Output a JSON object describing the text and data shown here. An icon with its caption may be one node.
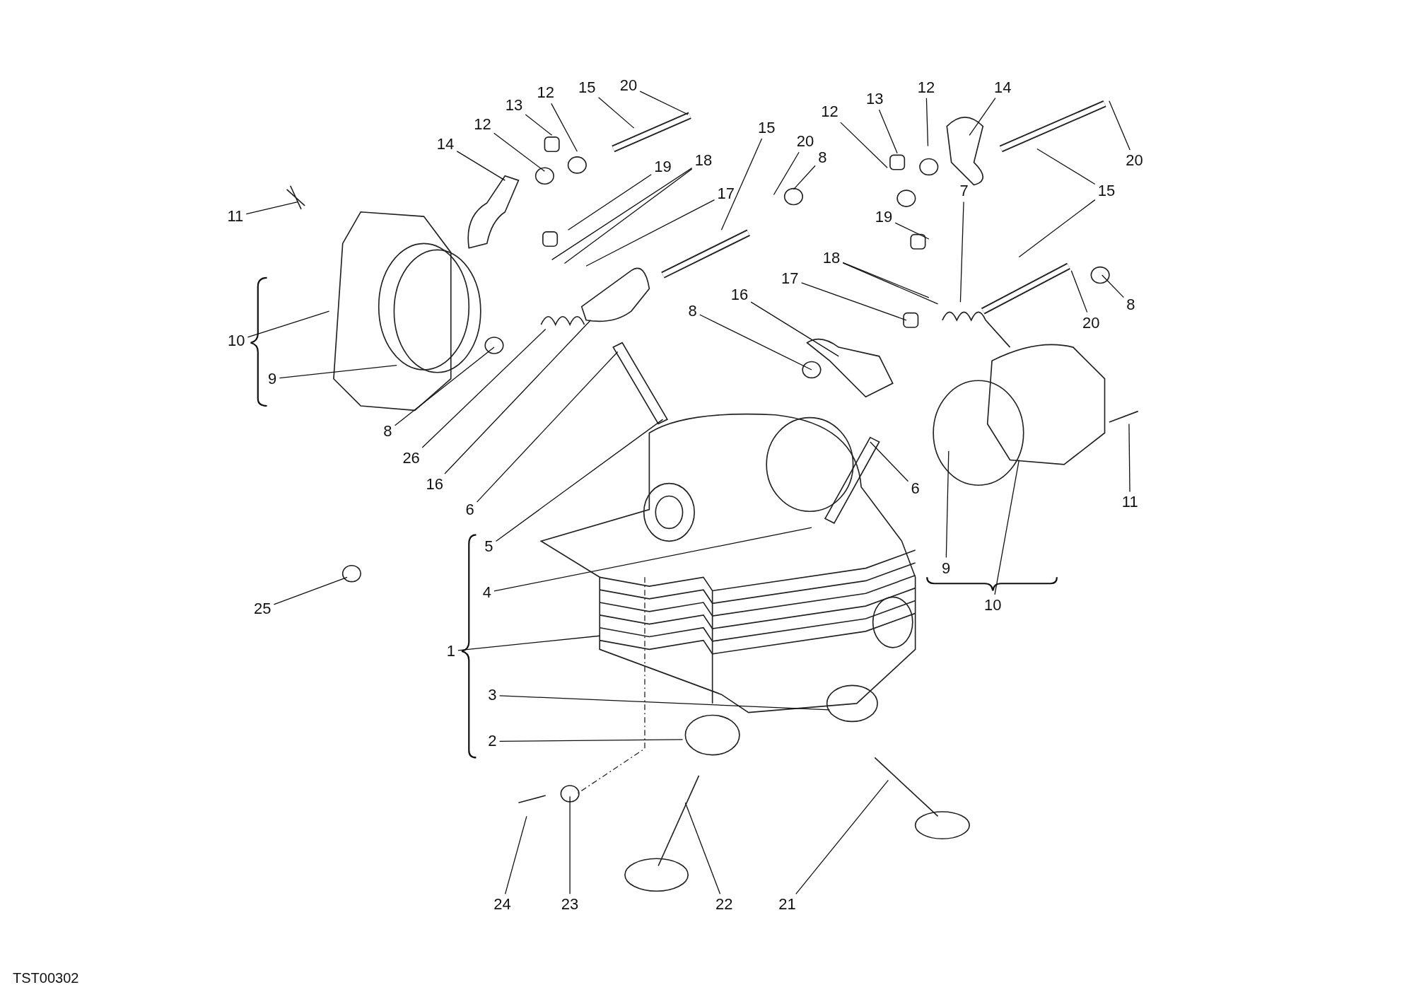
{
  "diagram": {
    "nodes": [
      {
        "text": [
          "20"
        ]
      },
      {
        "text": [
          "15"
        ]
      },
      {
        "text": [
          "12"
        ]
      },
      {
        "text": [
          "13"
        ]
      },
      {
        "text": [
          "12"
        ]
      },
      {
        "text": [
          "14"
        ]
      },
      {
        "text": [
          "11"
        ]
      },
      {
        "text": [
          "10"
        ]
      },
      {
        "text": [
          "9"
        ]
      },
      {
        "text": [
          "19"
        ]
      },
      {
        "text": [
          "18"
        ]
      },
      {
        "text": [
          "17"
        ]
      },
      {
        "text": [
          "15"
        ]
      },
      {
        "text": [
          "20"
        ]
      },
      {
        "text": [
          "8"
        ]
      },
      {
        "text": [
          "8"
        ]
      },
      {
        "text": [
          "26"
        ]
      },
      {
        "text": [
          "16"
        ]
      },
      {
        "text": [
          "6"
        ]
      },
      {
        "text": [
          "5"
        ]
      },
      {
        "text": [
          "4"
        ]
      },
      {
        "text": [
          "1"
        ]
      },
      {
        "text": [
          "3"
        ]
      },
      {
        "text": [
          "2"
        ]
      },
      {
        "text": [
          "25"
        ]
      },
      {
        "text": [
          "24"
        ]
      },
      {
        "text": [
          "23"
        ]
      },
      {
        "text": [
          "22"
        ]
      },
      {
        "text": [
          "21"
        ]
      },
      {
        "text": [
          "12"
        ]
      },
      {
        "text": [
          "13"
        ]
      },
      {
        "text": [
          "12"
        ]
      },
      {
        "text": [
          "14"
        ]
      },
      {
        "text": [
          "20"
        ]
      },
      {
        "text": [
          "15"
        ]
      },
      {
        "text": [
          "7"
        ]
      },
      {
        "text": [
          "19"
        ]
      },
      {
        "text": [
          "18"
        ]
      },
      {
        "text": [
          "17"
        ]
      },
      {
        "text": [
          "16"
        ]
      },
      {
        "text": [
          "8"
        ]
      },
      {
        "text": [
          "20"
        ]
      },
      {
        "text": [
          "8"
        ]
      },
      {
        "text": [
          "6"
        ]
      },
      {
        "text": [
          "11"
        ]
      },
      {
        "text": [
          "9"
        ]
      },
      {
        "text": [
          "10"
        ]
      }
    ],
    "edges": [
      {
        "from": 0,
        "to": null,
        "arrow": "none"
      },
      {
        "from": 1,
        "to": null,
        "arrow": "none"
      },
      {
        "from": 2,
        "to": null,
        "arrow": "none"
      },
      {
        "from": 3,
        "to": null,
        "arrow": "none"
      },
      {
        "from": 4,
        "to": null,
        "arrow": "none"
      },
      {
        "from": 5,
        "to": null,
        "arrow": "none"
      },
      {
        "from": 6,
        "to": null,
        "arrow": "none"
      },
      {
        "from": 7,
        "to": null,
        "arrow": "none"
      },
      {
        "from": 8,
        "to": null,
        "arrow": "none"
      },
      {
        "from": 9,
        "to": null,
        "arrow": "none"
      },
      {
        "from": 10,
        "to": null,
        "arrow": "none"
      },
      {
        "from": 10,
        "to": null,
        "arrow": "none"
      },
      {
        "from": 11,
        "to": null,
        "arrow": "none"
      },
      {
        "from": 12,
        "to": null,
        "arrow": "none"
      },
      {
        "from": 13,
        "to": null,
        "arrow": "none"
      },
      {
        "from": 14,
        "to": null,
        "arrow": "none"
      },
      {
        "from": 15,
        "to": null,
        "arrow": "none"
      },
      {
        "from": 16,
        "to": null,
        "arrow": "none"
      },
      {
        "from": 17,
        "to": null,
        "arrow": "none"
      },
      {
        "from": 18,
        "to": null,
        "arrow": "none"
      },
      {
        "from": 19,
        "to": null,
        "arrow": "none"
      },
      {
        "from": 20,
        "to": null,
        "arrow": "none"
      },
      {
        "from": 21,
        "to": null,
        "arrow": "none"
      },
      {
        "from": 22,
        "to": null,
        "arrow": "none"
      },
      {
        "from": 23,
        "to": null,
        "arrow": "none"
      },
      {
        "from": 24,
        "to": null,
        "arrow": "none"
      },
      {
        "from": 25,
        "to": null,
        "arrow": "none"
      },
      {
        "from": 26,
        "to": null,
        "arrow": "none"
      },
      {
        "from": 27,
        "to": null,
        "arrow": "none"
      },
      {
        "from": 28,
        "to": null,
        "arrow": "none"
      },
      {
        "from": 29,
        "to": null,
        "arrow": "none"
      },
      {
        "from": 30,
        "to": null,
        "arrow": "none"
      },
      {
        "from": 31,
        "to": null,
        "arrow": "none"
      },
      {
        "from": 32,
        "to": null,
        "arrow": "none"
      },
      {
        "from": 33,
        "to": null,
        "arrow": "none"
      },
      {
        "from": 34,
        "to": null,
        "arrow": "none"
      },
      {
        "from": 34,
        "to": null,
        "arrow": "none"
      },
      {
        "from": 35,
        "to": null,
        "arrow": "none"
      },
      {
        "from": 36,
        "to": null,
        "arrow": "none"
      },
      {
        "from": 37,
        "to": null,
        "arrow": "none"
      },
      {
        "from": 37,
        "to": null,
        "arrow": "none"
      },
      {
        "from": 38,
        "to": null,
        "arrow": "none"
      },
      {
        "from": 39,
        "to": null,
        "arrow": "none"
      },
      {
        "from": 40,
        "to": null,
        "arrow": "none"
      },
      {
        "from": 41,
        "to": null,
        "arrow": "none"
      },
      {
        "from": 42,
        "to": null,
        "arrow": "none"
      },
      {
        "from": 43,
        "to": null,
        "arrow": "none"
      },
      {
        "from": 44,
        "to": null,
        "arrow": "none"
      },
      {
        "from": 45,
        "to": null,
        "arrow": "none"
      },
      {
        "from": 46,
        "to": null,
        "arrow": "none"
      }
    ],
    "labels": [
      "TST00302"
    ]
  }
}
